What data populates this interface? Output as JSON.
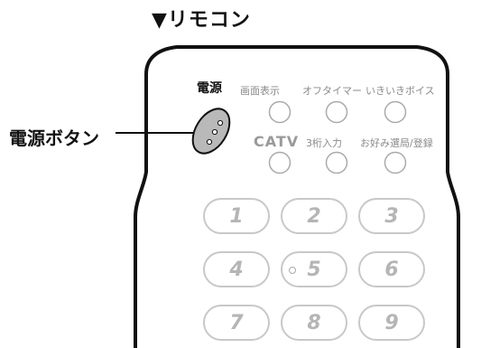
{
  "title": "▼リモコン",
  "callout": "電源ボタン",
  "labels": {
    "power": "電源",
    "screen_display": "画面表示",
    "off_timer": "オフタイマー",
    "clear_voice": "いきいきボイス",
    "catv": "CATV",
    "three_digit": "3桁入力",
    "favorite": "お好み選局/登録"
  },
  "numbers": [
    "1",
    "2",
    "3",
    "4",
    "5",
    "6",
    "7",
    "8",
    "9"
  ]
}
